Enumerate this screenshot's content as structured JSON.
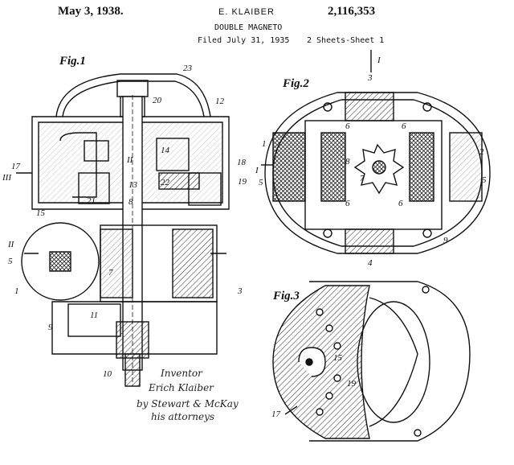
{
  "header": {
    "date": "May 3, 1938.",
    "inventor": "E. KLAIBER",
    "patent_number": "2,116,353",
    "title": "DOUBLE MAGNETO",
    "filed": "Filed July 31, 1935",
    "sheets": "2 Sheets-Sheet 1"
  },
  "figures": {
    "fig1": {
      "label": "Fig.1",
      "refs": [
        "23",
        "20",
        "12",
        "14",
        "17",
        "18",
        "III",
        "II",
        "13",
        "22",
        "19",
        "21",
        "8",
        "15",
        "II",
        "5",
        "7",
        "1",
        "3",
        "11",
        "9",
        "10"
      ]
    },
    "fig2": {
      "label": "Fig.2",
      "refs": [
        "I",
        "3",
        "6",
        "6",
        "1",
        "2",
        "I",
        "8",
        "5",
        "7",
        "5",
        "6",
        "6",
        "4",
        "9"
      ]
    },
    "fig3": {
      "label": "Fig.3",
      "refs": [
        "15",
        "19",
        "17"
      ]
    }
  },
  "signature": {
    "line1": "Inventor",
    "line2": "Erich Klaiber",
    "line3": "by Stewart & McKay",
    "line4": "his attorneys"
  }
}
